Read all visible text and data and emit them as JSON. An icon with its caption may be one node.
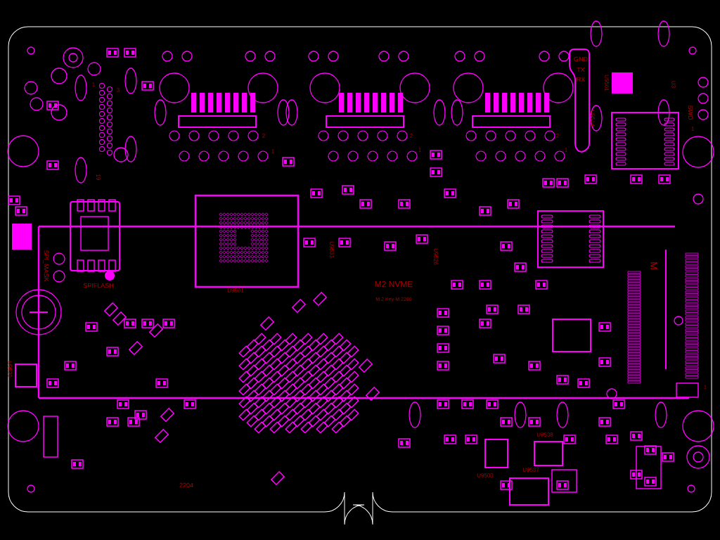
{
  "diagram": {
    "labels": [
      "1",
      "3",
      "2",
      "1",
      "2",
      "1",
      "2",
      "1",
      "GND",
      "TX",
      "RX",
      "U9561",
      "U3",
      "U9514",
      "SWD",
      "1",
      "19",
      "U9533",
      "U9526",
      "SPI_MASK",
      "SPIFLASH",
      "U9501",
      "M2 NVME",
      "M.2 Key-M 2280",
      "M",
      "1",
      "U9520",
      "U9538",
      "U9503",
      "U9537",
      "2204"
    ]
  }
}
